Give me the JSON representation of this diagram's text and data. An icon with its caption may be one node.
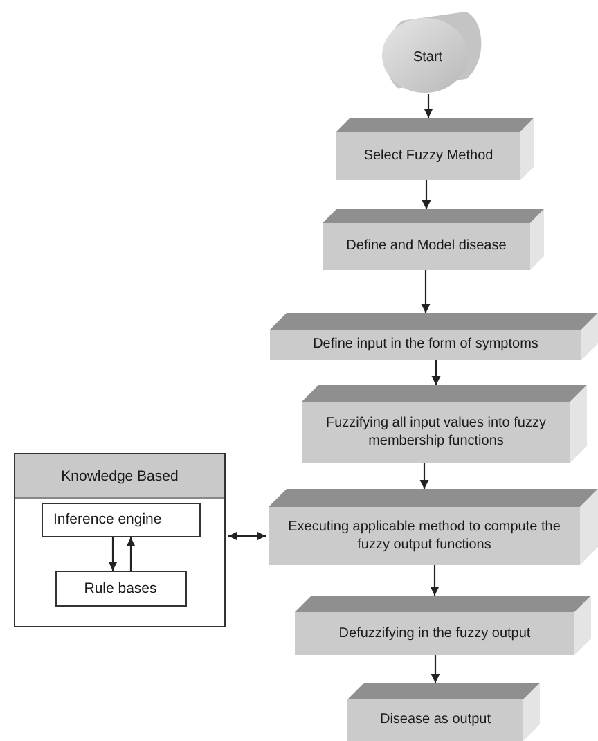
{
  "diagram": {
    "nodes": [
      {
        "text": [
          "Start"
        ]
      },
      {
        "text": [
          "Select Fuzzy Method"
        ]
      },
      {
        "text": [
          "Define and Model disease"
        ]
      },
      {
        "text": [
          "Define input in the form of symptoms"
        ]
      },
      {
        "text": [
          "Fuzzifying all input values into fuzzy membership functions"
        ]
      },
      {
        "text": [
          "Executing applicable method to compute the fuzzy output functions"
        ]
      },
      {
        "text": [
          "Defuzzifying in the fuzzy output"
        ]
      },
      {
        "text": [
          "Disease as output"
        ]
      },
      {
        "text": [
          "Knowledge Based"
        ]
      },
      {
        "text": [
          "Inference engine"
        ],
        "in": 8
      },
      {
        "text": [
          "Rule bases"
        ],
        "in": 8
      }
    ],
    "edges": [
      {
        "from": 0,
        "to": 1,
        "arrow": "to"
      },
      {
        "from": 1,
        "to": 2,
        "arrow": "to"
      },
      {
        "from": 2,
        "to": 3,
        "arrow": "to"
      },
      {
        "from": 3,
        "to": 4,
        "arrow": "to"
      },
      {
        "from": 4,
        "to": 5,
        "arrow": "to"
      },
      {
        "from": 5,
        "to": 6,
        "arrow": "to"
      },
      {
        "from": 6,
        "to": 7,
        "arrow": "to"
      },
      {
        "from": 9,
        "to": 10,
        "arrow": "to"
      },
      {
        "from": 10,
        "to": 9,
        "arrow": "to"
      },
      {
        "from": 8,
        "to": 5,
        "arrow": "both"
      }
    ]
  }
}
